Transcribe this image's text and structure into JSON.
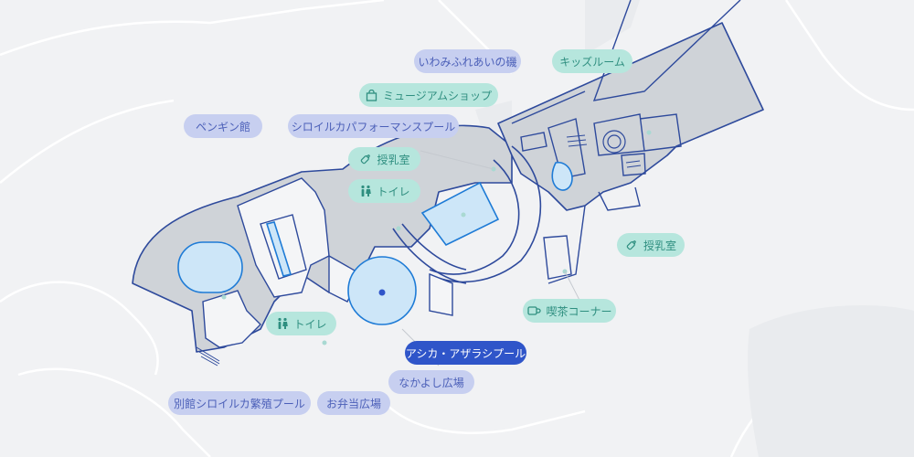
{
  "colors": {
    "background": "#f1f2f4",
    "building_fill": "#cfd3d8",
    "wall": "#2e4a9c",
    "pool_fill": "#cde6f8",
    "pool_stroke": "#1e7bd6",
    "label_blue": "#c7cff0",
    "label_teal": "#b6e6dd",
    "label_active": "#2f55c9"
  },
  "labels": {
    "iwami": "いわみふれあいの磯",
    "kids": "キッズルーム",
    "museum_shop": "ミュージアムショップ",
    "penguin": "ペンギン館",
    "dolphin_pool": "シロイルカパフォーマンスプール",
    "nursing_1": "授乳室",
    "toilet_1": "トイレ",
    "nursing_2": "授乳室",
    "cafe": "喫茶コーナー",
    "toilet_2": "トイレ",
    "seal_pool": "アシカ・アザラシプール",
    "nakayoshi": "なかよし広場",
    "breeding_pool": "別館シロイルカ繁殖プール",
    "bento": "お弁当広場"
  },
  "icons": {
    "museum_shop": "shopping-bag-icon",
    "nursing_1": "baby-bottle-icon",
    "toilet_1": "toilet-icon",
    "nursing_2": "baby-bottle-icon",
    "cafe": "coffee-cup-icon",
    "toilet_2": "toilet-icon"
  },
  "selected": "seal_pool"
}
